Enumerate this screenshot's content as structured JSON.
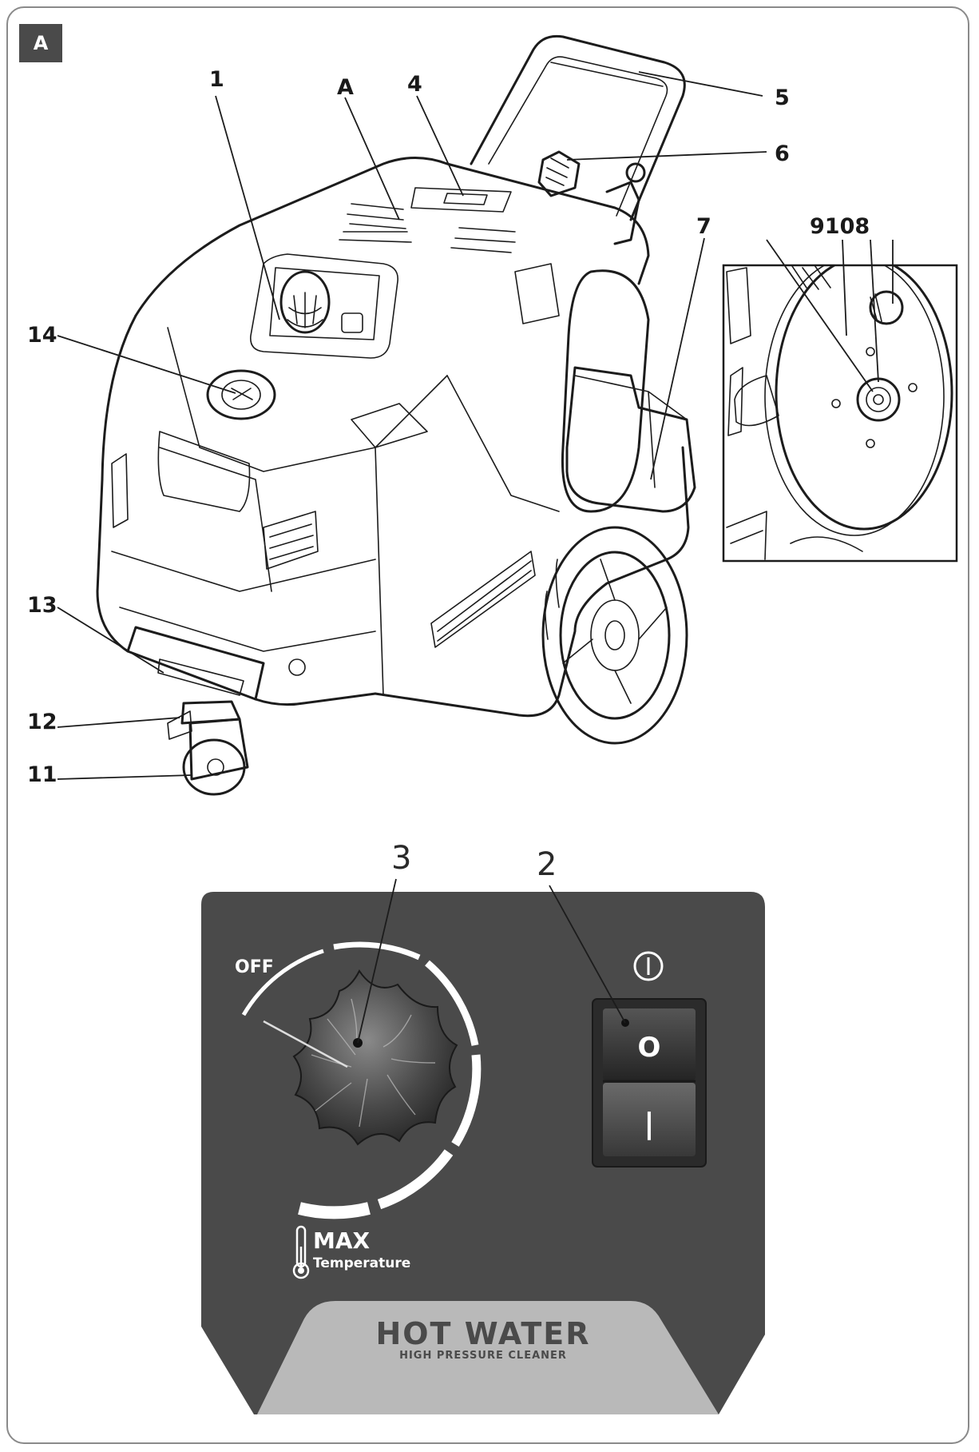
{
  "figure": {
    "badge": "A"
  },
  "callouts": {
    "c1": "1",
    "cA": "A",
    "c4": "4",
    "c5": "5",
    "c6": "6",
    "c7": "7",
    "c9108": "9108",
    "c14": "14",
    "c13": "13",
    "c12": "12",
    "c11": "11",
    "c3": "3",
    "c2": "2"
  },
  "panel": {
    "off_label": "OFF",
    "max_label": "MAX",
    "temperature_label": "Temperature",
    "switch_top_symbol": "O",
    "switch_bottom_symbol": "|",
    "logo_title": "HOT WATER",
    "logo_subtitle": "HIGH PRESSURE CLEANER"
  },
  "colors": {
    "panel_dark": "#4a4a4a",
    "panel_logo_area": "#b9b9b9",
    "knob": "#3a3a3a",
    "switch_body": "#2b2b2b",
    "scale_white": "#ffffff"
  },
  "icons": {
    "power": "power-symbol-icon",
    "thermometer": "thermometer-icon"
  }
}
